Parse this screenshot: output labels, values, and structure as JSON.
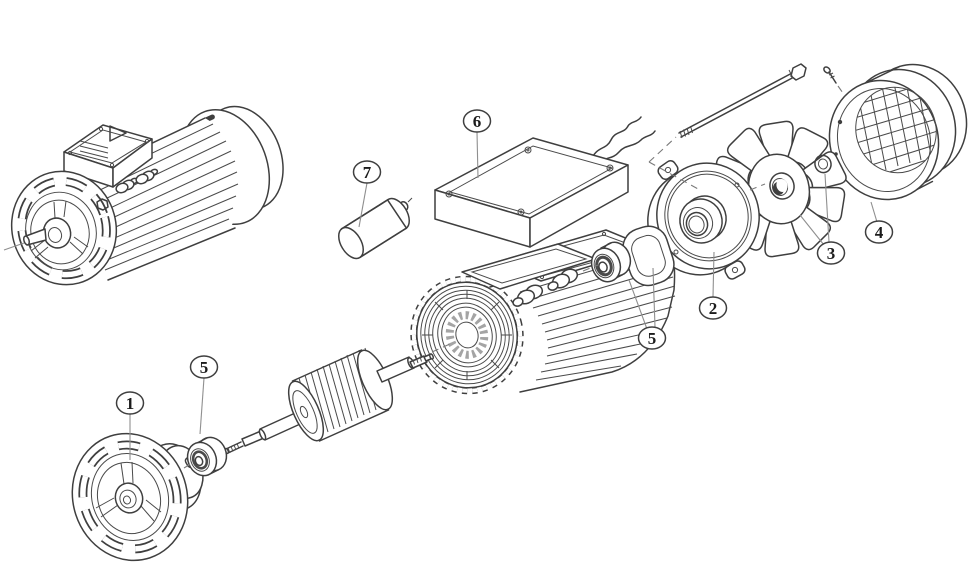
{
  "figure": {
    "kind": "exploded-parts-diagram-electric-motor",
    "background": "#ffffff",
    "ink_color": "#3f3f3f",
    "leader_color": "#8f8f8f"
  },
  "callouts": [
    {
      "label": "1",
      "part": "front-mounting-flange"
    },
    {
      "label": "5",
      "part": "front-shaft-bearing"
    },
    {
      "label": "7",
      "part": "capacitor"
    },
    {
      "label": "6",
      "part": "terminal-box-cover"
    },
    {
      "label": "5",
      "part": "rear-bearing-and-seal"
    },
    {
      "label": "2",
      "part": "rear-end-bracket"
    },
    {
      "label": "3",
      "part": "cooling-fan-and-clip"
    },
    {
      "label": "4",
      "part": "fan-cover"
    }
  ]
}
